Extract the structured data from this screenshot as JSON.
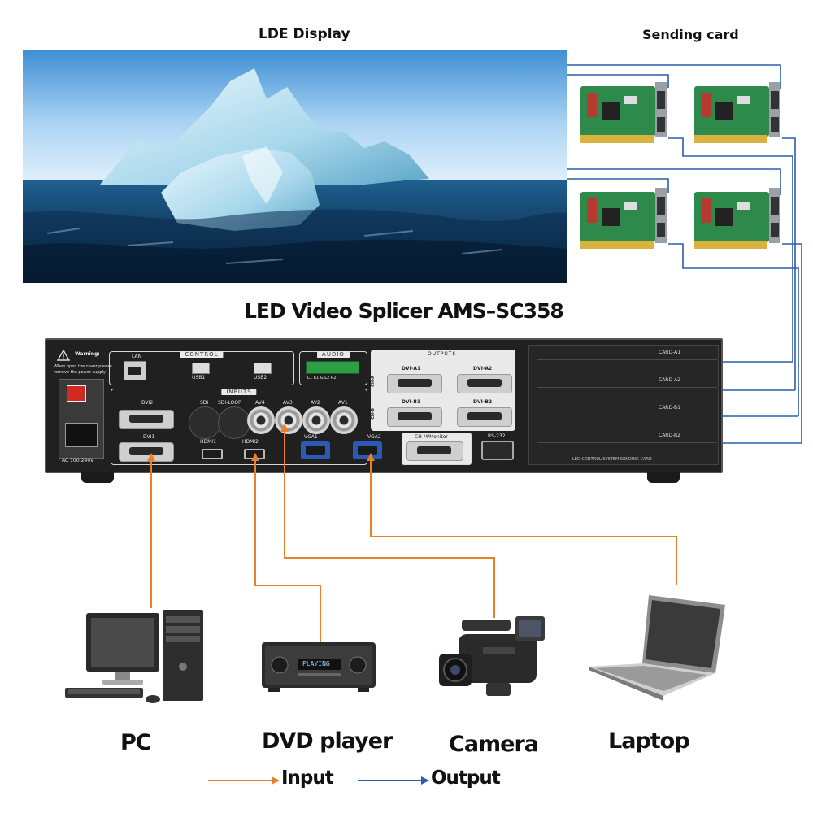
{
  "headings": {
    "display": "LDE  Display",
    "sending_card": "Sending card",
    "device_title": "LED Video Splicer AMS–SC358"
  },
  "panel": {
    "warning_title": "Warning:",
    "warning_text_1": "When open the cover please",
    "warning_text_2": "remove the power supply",
    "ac_label": "AC  100-240V",
    "lan": "LAN",
    "control": "CONTROL",
    "usb1": "USB1",
    "usb2": "USB2",
    "audio": "AUDIO",
    "audio_pins": "L1  R1  G  L2  R2",
    "inputs": "INPUTS",
    "outputs": "OUTPUTS",
    "ports": {
      "dvi2": "DVI2",
      "dvi1": "DVI1",
      "sdi": "SDI",
      "sdi_loop": "SDI-LOOP",
      "av4": "AV4",
      "av3": "AV3",
      "av2": "AV2",
      "av1": "AV1",
      "hdmi1": "HDMI1",
      "hdmi2": "HDMI2",
      "vga1": "VGA1",
      "vga2": "VGA2",
      "dvi_a1": "DVI-A1",
      "dvi_a2": "DVI-A2",
      "dvi_b1": "DVI-B1",
      "dvi_b2": "DVI-B2",
      "ch_a": "CH-A",
      "ch_b": "CH-B",
      "ch_m": "CH-M/Monitor",
      "rs232": "RS-232"
    },
    "cards": [
      "CARD-A1",
      "CARD-A2",
      "CARD-B1",
      "CARD-B2"
    ],
    "card_footer": "LED CONTROL SYSTEM SENDING CARD"
  },
  "dvd_screen": "PLAYING",
  "devices": {
    "pc": "PC",
    "dvd": "DVD player",
    "camera": "Camera",
    "laptop": "Laptop"
  },
  "legend": {
    "input": "Input",
    "output": "Output",
    "input_color": "#e8802a",
    "output_color": "#2b5fa8"
  }
}
